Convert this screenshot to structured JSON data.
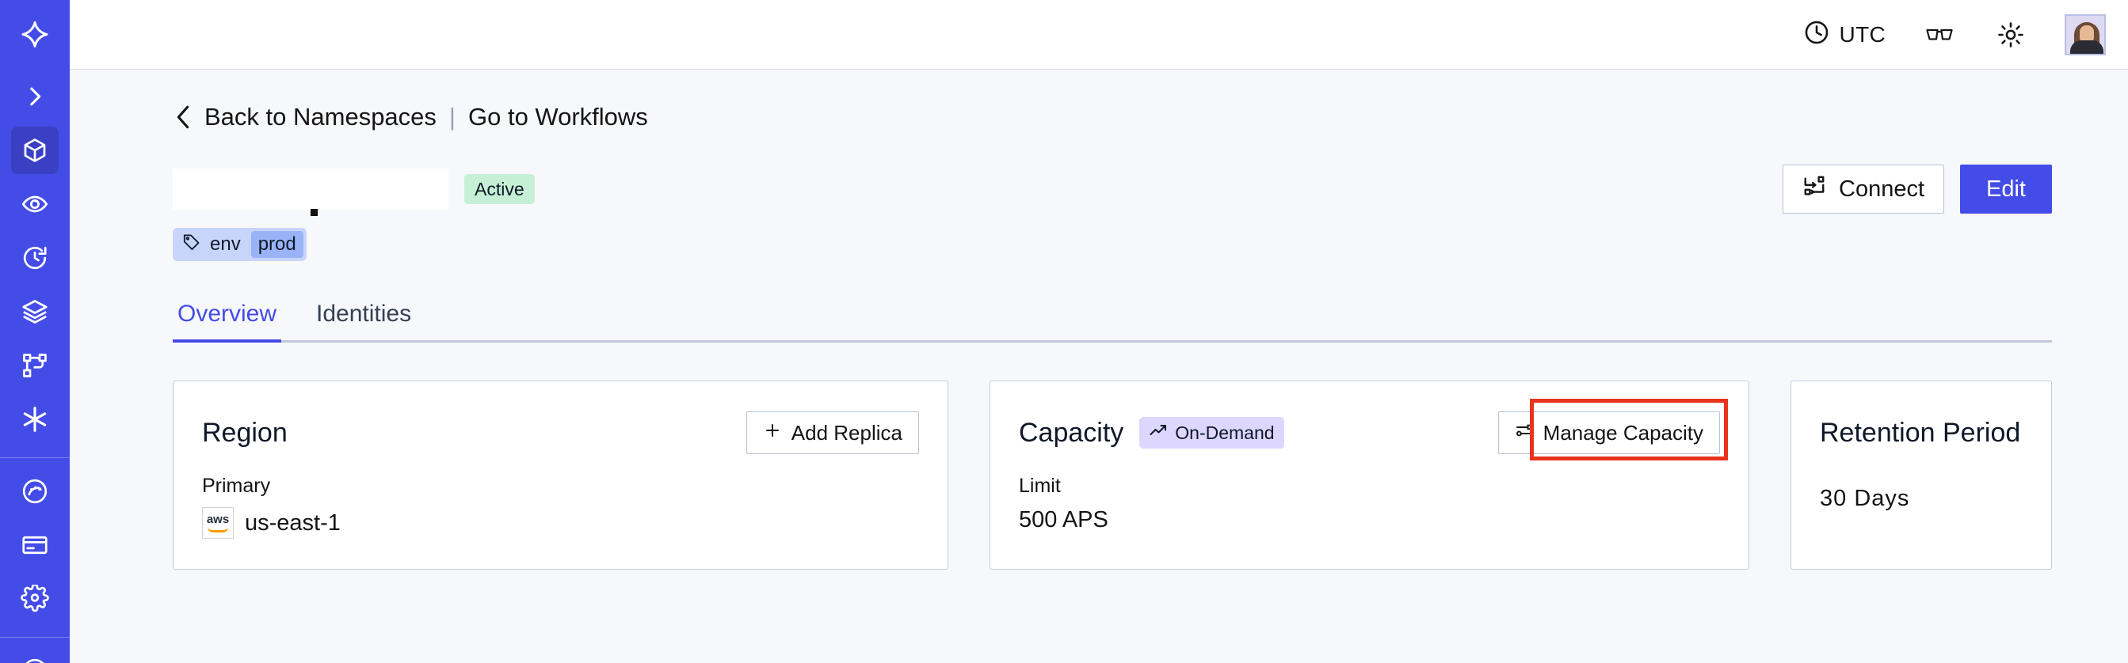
{
  "sidebar": {
    "items": [
      {
        "name": "logo",
        "icon": "temporal-logo-icon",
        "active": false
      },
      {
        "name": "expand",
        "icon": "chevron-right-icon",
        "active": false
      },
      {
        "name": "namespaces",
        "icon": "cube-icon",
        "active": true
      },
      {
        "name": "observability",
        "icon": "eye-icon",
        "active": false
      },
      {
        "name": "schedules",
        "icon": "clock-rewind-icon",
        "active": false
      },
      {
        "name": "layers",
        "icon": "layers-icon",
        "active": false
      },
      {
        "name": "workflows",
        "icon": "git-branch-icon",
        "active": false
      },
      {
        "name": "nexus",
        "icon": "asterisk-icon",
        "active": false
      },
      {
        "name": "usage",
        "icon": "dashboard-icon",
        "active": false
      },
      {
        "name": "billing",
        "icon": "credit-card-icon",
        "active": false
      },
      {
        "name": "settings",
        "icon": "gear-icon",
        "active": false
      },
      {
        "name": "account",
        "icon": "user-circle-icon",
        "active": false
      }
    ]
  },
  "topbar": {
    "timezone": "UTC",
    "clock_icon": "clock-icon",
    "glasses_icon": "glasses-icon",
    "theme_icon": "sun-icon",
    "avatar_name": "user-avatar"
  },
  "breadcrumb": {
    "back_chevron": "chevron-left-icon",
    "back_label": "Back to Namespaces",
    "separator": "|",
    "forward_label": "Go to Workflows"
  },
  "namespace": {
    "name": "",
    "status": "Active",
    "tag": {
      "icon": "tag-icon",
      "key": "env",
      "value": "prod"
    }
  },
  "actions": {
    "connect_label": "Connect",
    "connect_icon": "flow-icon",
    "edit_label": "Edit"
  },
  "tabs": [
    {
      "label": "Overview",
      "active": true
    },
    {
      "label": "Identities",
      "active": false
    }
  ],
  "cards": {
    "region": {
      "title": "Region",
      "action_label": "Add Replica",
      "action_icon": "plus-icon",
      "label": "Primary",
      "provider_icon": "aws-logo",
      "provider_text": "aws",
      "value": "us-east-1"
    },
    "capacity": {
      "title": "Capacity",
      "badge_label": "On-Demand",
      "badge_icon": "trending-up-icon",
      "action_label": "Manage Capacity",
      "action_icon": "sliders-icon",
      "label": "Limit",
      "value": "500 APS",
      "highlighted": true
    },
    "retention": {
      "title": "Retention Period",
      "value": "30 Days"
    }
  },
  "colors": {
    "sidebar": "#444ce7",
    "sidebar_active": "#3a40c4",
    "accent": "#444ce7",
    "status_active_bg": "#c6f0d5",
    "badge_ondemand_bg": "#ddd6fe",
    "tag_bg": "#c7d5fb",
    "tag_value_bg": "#9ab3f8",
    "annotation": "#e8341c",
    "page_bg": "#f7f8fb",
    "card_border": "#c2cadd"
  }
}
